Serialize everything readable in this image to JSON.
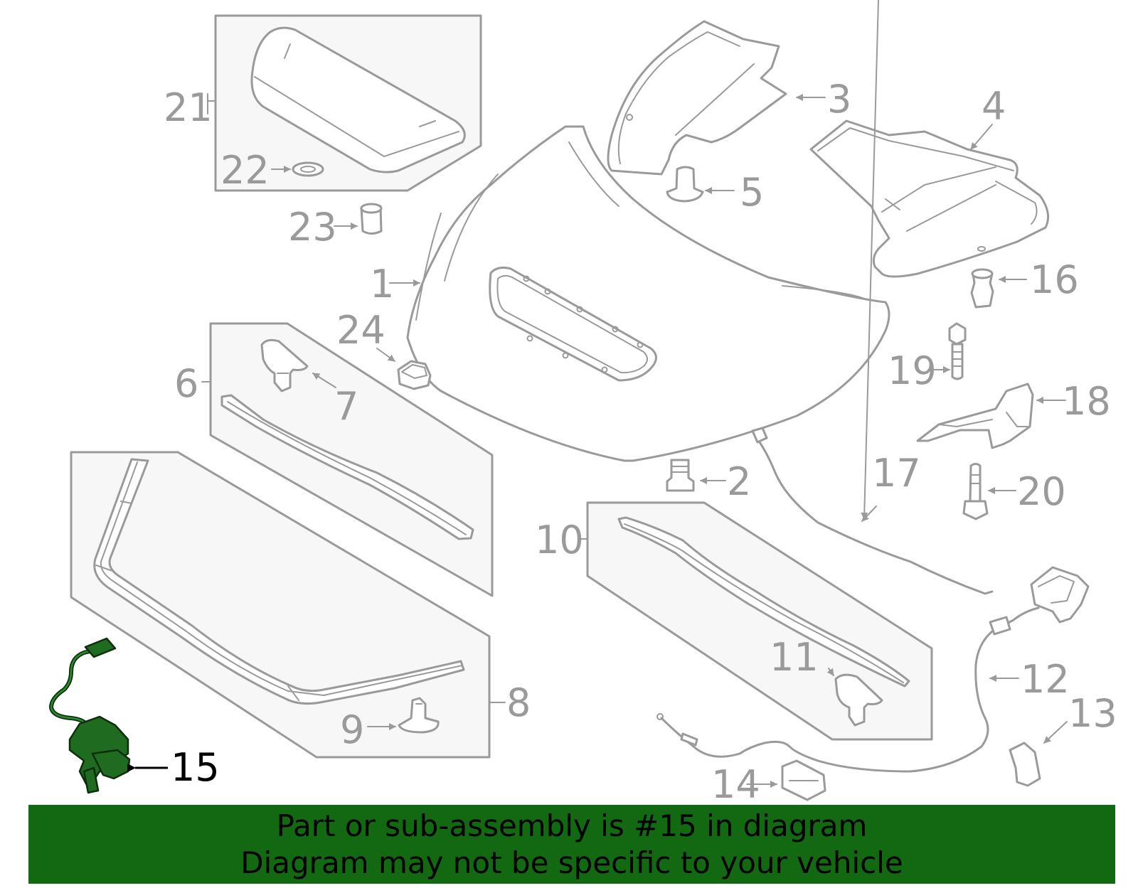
{
  "diagram": {
    "highlight_color": "#1f6b1f",
    "line_color": "#9a9a9a",
    "callouts": [
      "1",
      "2",
      "3",
      "4",
      "5",
      "6",
      "7",
      "8",
      "9",
      "10",
      "11",
      "12",
      "13",
      "14",
      "15",
      "16",
      "17",
      "18",
      "19",
      "20",
      "21",
      "22",
      "23",
      "24"
    ],
    "highlighted_part": "15"
  },
  "banner": {
    "background_color": "#136812",
    "line1": "Part or sub-assembly is #15 in diagram",
    "line2": "Diagram may not be specific to your vehicle"
  }
}
